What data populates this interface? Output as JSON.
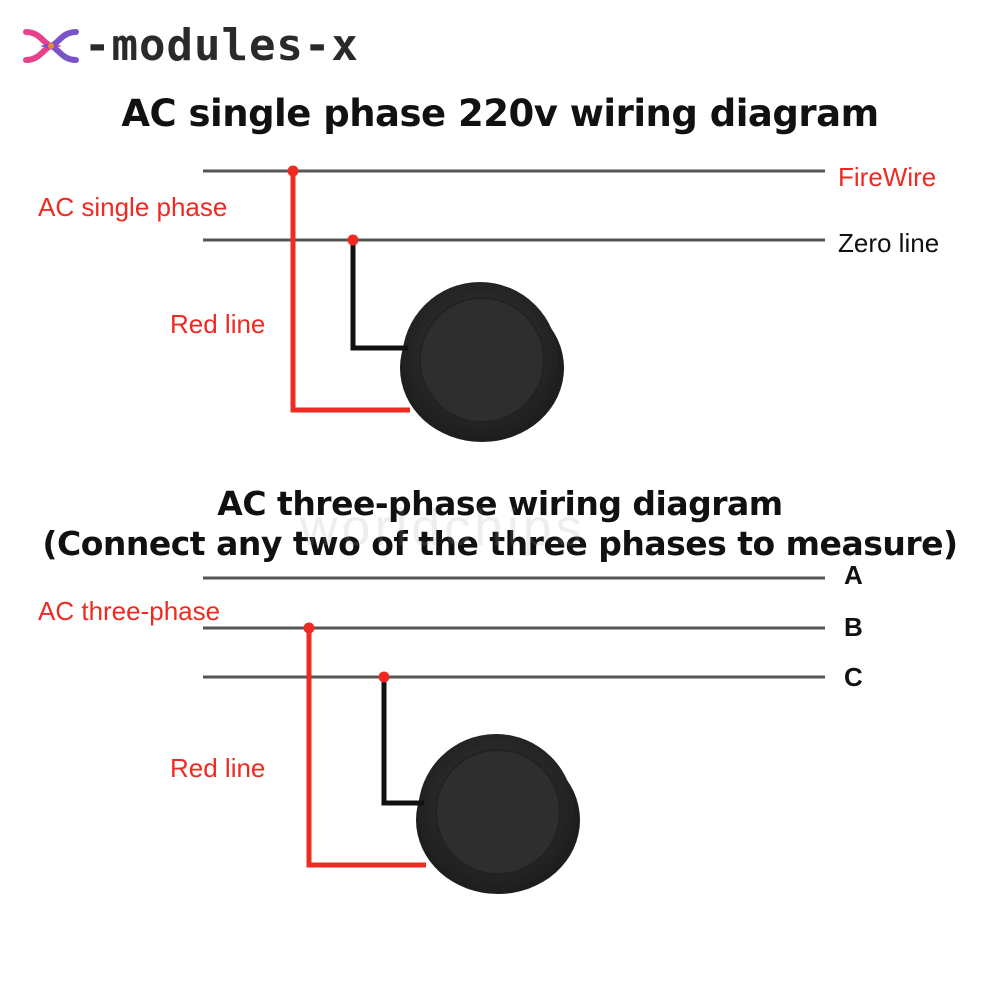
{
  "brand": {
    "name": "-modules-x",
    "logo_icon": "x-modules-logo-icon"
  },
  "watermark": "worldchips",
  "single_phase": {
    "title": "AC single phase 220v wiring diagram",
    "source_label": "AC single phase",
    "line1_label": "FireWire",
    "line2_label": "Zero line",
    "wire_label": "Red line"
  },
  "three_phase": {
    "title": "AC three-phase wiring diagram",
    "subtitle": "(Connect any two of the three phases to measure)",
    "source_label": "AC three-phase",
    "line_a": "A",
    "line_b": "B",
    "line_c": "C",
    "wire_label": "Red line"
  },
  "colors": {
    "red_wire": "#ee2a22",
    "black_wire": "#111111",
    "line": "#555555",
    "sensor": "#2b2b2b"
  }
}
